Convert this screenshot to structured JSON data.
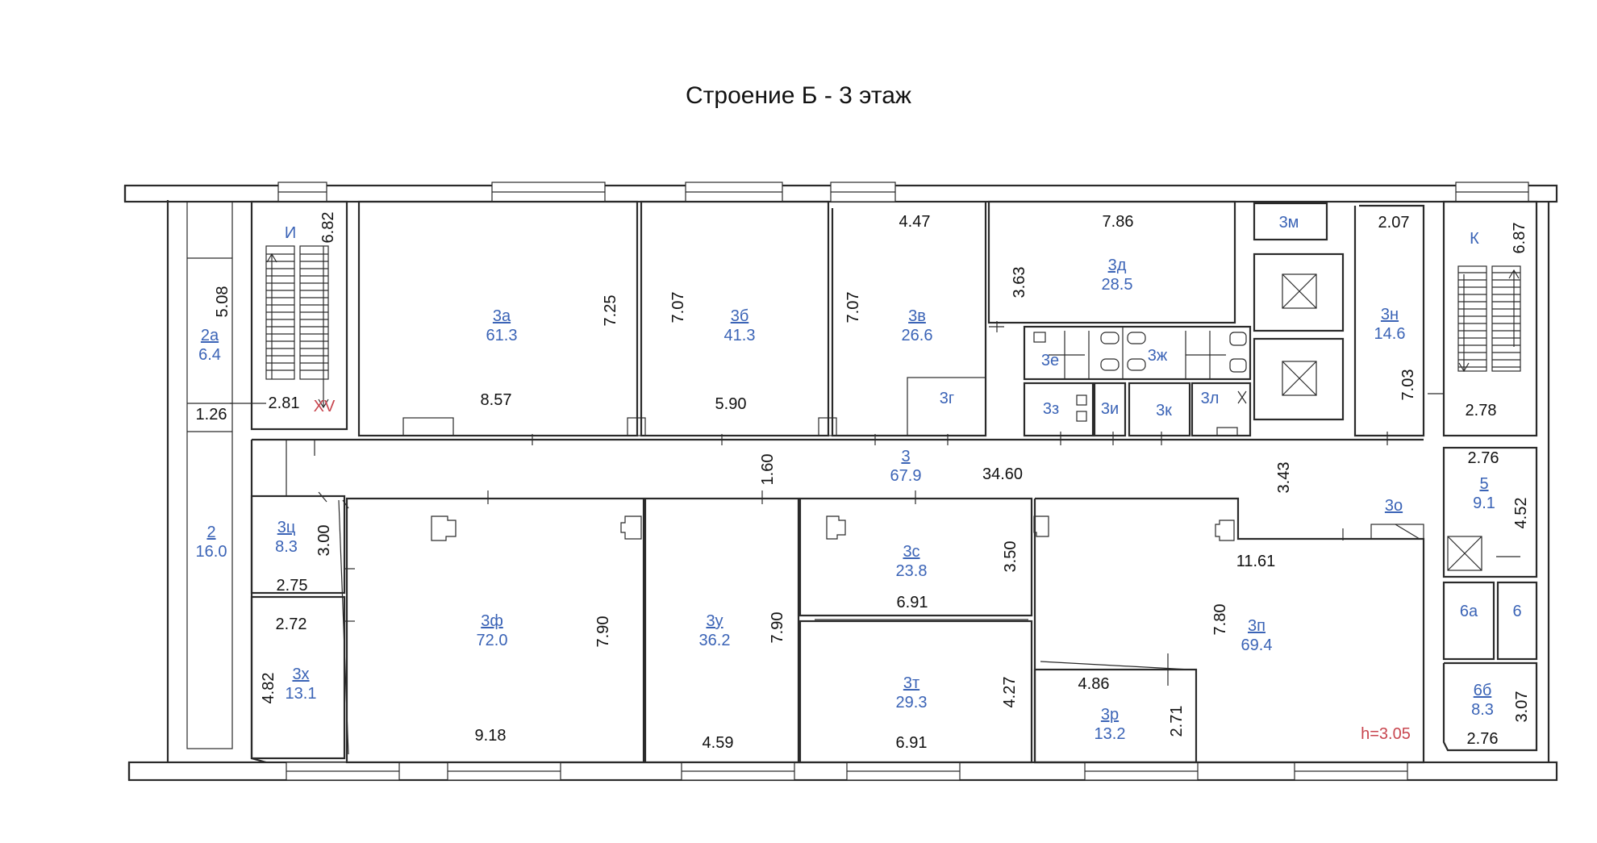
{
  "title": "Строение Б - 3 этаж",
  "colors": {
    "room_label": "#3a63b6",
    "marker": "#c8464f",
    "lines": "#2a2a2a"
  },
  "rooms": {
    "r2a": {
      "code": "2а",
      "area": "6.4"
    },
    "r2": {
      "code": "2",
      "area": "16.0"
    },
    "r3a": {
      "code": "3а",
      "area": "61.3"
    },
    "r3b": {
      "code": "3б",
      "area": "41.3"
    },
    "r3v": {
      "code": "3в",
      "area": "26.6"
    },
    "r3g": {
      "code": "3г"
    },
    "r3d": {
      "code": "3д",
      "area": "28.5"
    },
    "r3e": {
      "code": "3е"
    },
    "r3zh": {
      "code": "3ж"
    },
    "r3z": {
      "code": "3з"
    },
    "r3i": {
      "code": "3и"
    },
    "r3k": {
      "code": "3к"
    },
    "r3l": {
      "code": "3л"
    },
    "r3m": {
      "code": "3м"
    },
    "r3n": {
      "code": "3н",
      "area": "14.6"
    },
    "r3": {
      "code": "3",
      "area": "67.9"
    },
    "r3c": {
      "code": "3ц",
      "area": "8.3"
    },
    "r3kh": {
      "code": "3х",
      "area": "13.1"
    },
    "r3f": {
      "code": "3ф",
      "area": "72.0"
    },
    "r3u": {
      "code": "3у",
      "area": "36.2"
    },
    "r3s": {
      "code": "3с",
      "area": "23.8"
    },
    "r3t": {
      "code": "3т",
      "area": "29.3"
    },
    "r3r": {
      "code": "3р",
      "area": "13.2"
    },
    "r3p": {
      "code": "3п",
      "area": "69.4"
    },
    "r3o": {
      "code": "3о"
    },
    "r5": {
      "code": "5",
      "area": "9.1"
    },
    "r6a": {
      "code": "6а"
    },
    "r6": {
      "code": "6"
    },
    "r6b": {
      "code": "6б",
      "area": "8.3"
    }
  },
  "stairs": {
    "i": "И",
    "k": "К",
    "xv": "XV"
  },
  "height_note": "h=3.05",
  "dimensions": {
    "d508": "5.08",
    "d126": "1.26",
    "d682": "6.82",
    "d281": "2.81",
    "d725": "7.25",
    "d857": "8.57",
    "d707a": "7.07",
    "d590": "5.90",
    "d707b": "7.07",
    "d447": "4.47",
    "d363": "3.63",
    "d786": "7.86",
    "d207": "2.07",
    "d687": "6.87",
    "d703": "7.03",
    "d278": "2.78",
    "d160": "1.60",
    "d3460": "34.60",
    "d343": "3.43",
    "d276a": "2.76",
    "d452": "4.52",
    "d300": "3.00",
    "d275": "2.75",
    "d272": "2.72",
    "d482": "4.82",
    "d790a": "7.90",
    "d918": "9.18",
    "d790b": "7.90",
    "d459": "4.59",
    "d350": "3.50",
    "d691a": "6.91",
    "d427": "4.27",
    "d691b": "6.91",
    "d1161": "11.61",
    "d780": "7.80",
    "d486": "4.86",
    "d271": "2.71",
    "d307": "3.07",
    "d276b": "2.76"
  }
}
